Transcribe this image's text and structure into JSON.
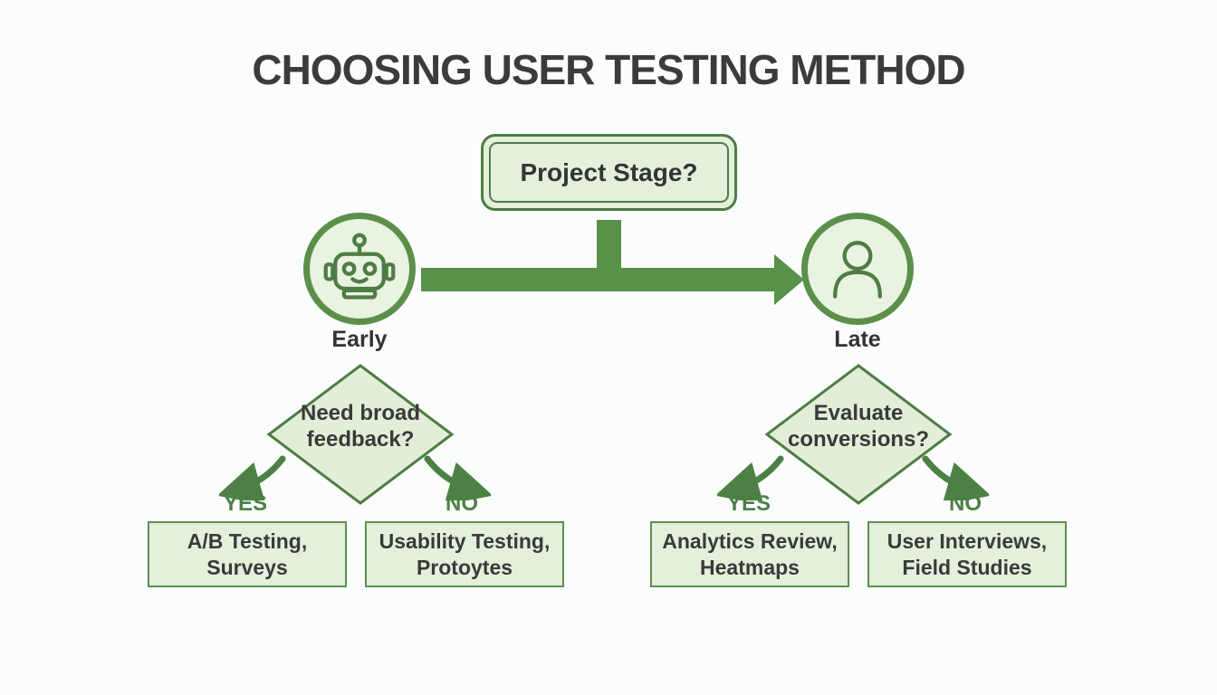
{
  "title": "CHOOSING USER TESTING METHOD",
  "root_node": {
    "label": "Project Stage?"
  },
  "branches": {
    "early": {
      "label": "Early",
      "icon": "robot-icon",
      "decision": "Need broad\nfeedback?",
      "yes_label": "YES",
      "no_label": "NO",
      "yes_result": "A/B Testing,\nSurveys",
      "no_result": "Usability Testing,\nProtoytes"
    },
    "late": {
      "label": "Late",
      "icon": "person-icon",
      "decision": "Evaluate\nconversions?",
      "yes_label": "YES",
      "no_label": "NO",
      "yes_result": "Analytics Review,\nHeatmaps",
      "no_result": "User Interviews,\nField Studies"
    }
  },
  "colors": {
    "background": "#fbfdfc",
    "green_dark": "#4e7d44",
    "green_mid": "#589148",
    "green_label": "#4c8044",
    "fill_light": "#e4f0db",
    "text_dark": "#3a3a3a"
  }
}
